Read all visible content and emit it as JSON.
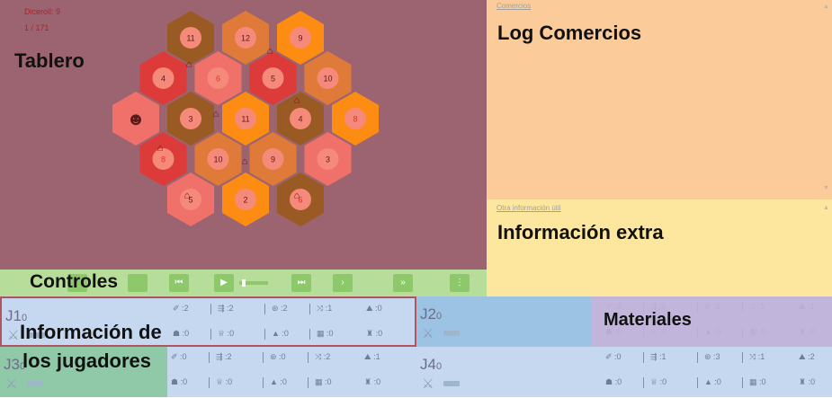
{
  "colors": {
    "board_bg": "#9b6470",
    "controls_bg": "#b7dd9a",
    "log_bg": "#fbcc9a",
    "extra_bg": "#fde79f",
    "player1_bg": "#c5d8ef",
    "player2_bg": "#9dc3e4",
    "player3_bg": "#8fc9a8",
    "player_highlight_bg": "#c9b3d9",
    "hex_brown": "#9a5a24",
    "hex_orange": "#fd8d12",
    "hex_red": "#dd3a3a",
    "hex_salmon": "#f0706a",
    "hex_light_orange": "#e07a38"
  },
  "board": {
    "dice_roll": "Diceroll: 9",
    "turn": "1 / 171",
    "label": "Tablero",
    "tiles": [
      {
        "num": "11",
        "type": "brown"
      },
      {
        "num": "12",
        "type": "light_orange"
      },
      {
        "num": "9",
        "type": "orange"
      },
      {
        "num": "4",
        "type": "red"
      },
      {
        "num": "6",
        "type": "salmon"
      },
      {
        "num": "5",
        "type": "red"
      },
      {
        "num": "10",
        "type": "light_orange"
      },
      {
        "num": "",
        "type": "salmon",
        "robber": true
      },
      {
        "num": "3",
        "type": "brown"
      },
      {
        "num": "11",
        "type": "orange"
      },
      {
        "num": "4",
        "type": "brown"
      },
      {
        "num": "8",
        "type": "orange"
      },
      {
        "num": "8",
        "type": "red"
      },
      {
        "num": "10",
        "type": "light_orange"
      },
      {
        "num": "9",
        "type": "light_orange"
      },
      {
        "num": "3",
        "type": "salmon"
      },
      {
        "num": "5",
        "type": "salmon"
      },
      {
        "num": "2",
        "type": "orange"
      },
      {
        "num": "6",
        "type": "brown"
      }
    ],
    "house_icon": "house-icon",
    "robber_icon": "robber-icon"
  },
  "controls": {
    "label": "Controles",
    "buttons": [
      {
        "name": "skip-start-button",
        "icon": "⏮"
      },
      {
        "name": "play-button",
        "icon": "▶"
      },
      {
        "name": "skip-end-button",
        "icon": "⏭"
      },
      {
        "name": "next-button",
        "icon": "›"
      },
      {
        "name": "fast-forward-button",
        "icon": "»"
      },
      {
        "name": "menu-button",
        "icon": "⋮"
      }
    ],
    "progress": 0.12
  },
  "log": {
    "link": "Comercios",
    "title": "Log Comercios"
  },
  "extra": {
    "link": "Otra información útil",
    "title": "Información extra"
  },
  "players": {
    "overlay_label_line1": "Información de",
    "overlay_label_line2": "los jugadores",
    "materials_label": "Materiales",
    "list": [
      {
        "name": "J1",
        "score": "0",
        "row1": [
          "2",
          "2",
          "2",
          "1",
          "0"
        ],
        "row2": [
          "0",
          "0",
          "0",
          "0",
          "0"
        ]
      },
      {
        "name": "J2",
        "score": "0",
        "row1": [
          "2",
          "0",
          "3",
          "1",
          "1"
        ],
        "row2": [
          "0",
          "0",
          "0",
          "0",
          "0"
        ]
      },
      {
        "name": "J3",
        "score": "0",
        "row1": [
          "0",
          "2",
          "0",
          "2",
          "1"
        ],
        "row2": [
          "0",
          "0",
          "0",
          "0",
          "0"
        ]
      },
      {
        "name": "J4",
        "score": "0",
        "row1": [
          "0",
          "1",
          "3",
          "1",
          "2"
        ],
        "row2": [
          "0",
          "0",
          "0",
          "0",
          "0"
        ]
      }
    ],
    "resource_icons_row1": [
      "✐",
      "⇶",
      "⊛",
      "⤨",
      "⛰"
    ],
    "resource_icons_row2": [
      "☗",
      "♕",
      "▲",
      "▦",
      "♜"
    ]
  }
}
